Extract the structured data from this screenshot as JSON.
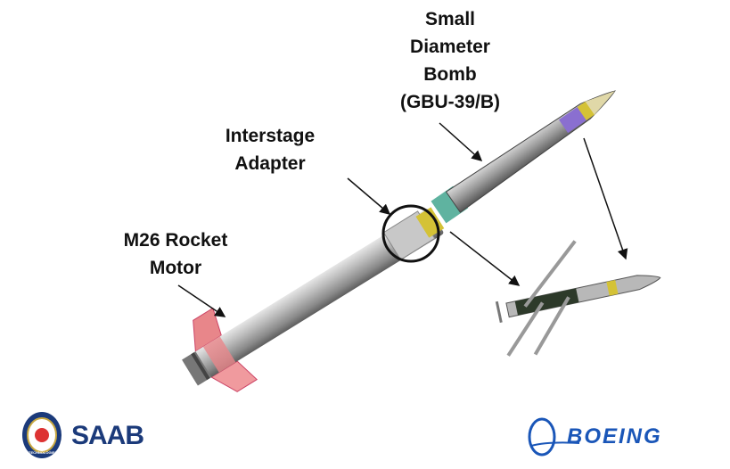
{
  "labels": {
    "sdb": [
      "Small",
      "Diameter",
      "Bomb",
      "(GBU-39/B)"
    ],
    "interstage": [
      "Interstage",
      "Adapter"
    ],
    "motor": [
      "M26 Rocket",
      "Motor"
    ]
  },
  "logos": {
    "saab": "SAAB",
    "saab_seal": "TECHNOLOGIES",
    "boeing": "BOEING"
  },
  "colors": {
    "saab_blue": "#1b3a7a",
    "boeing_blue": "#1a56b8",
    "fin_pink": "#e8868a"
  }
}
